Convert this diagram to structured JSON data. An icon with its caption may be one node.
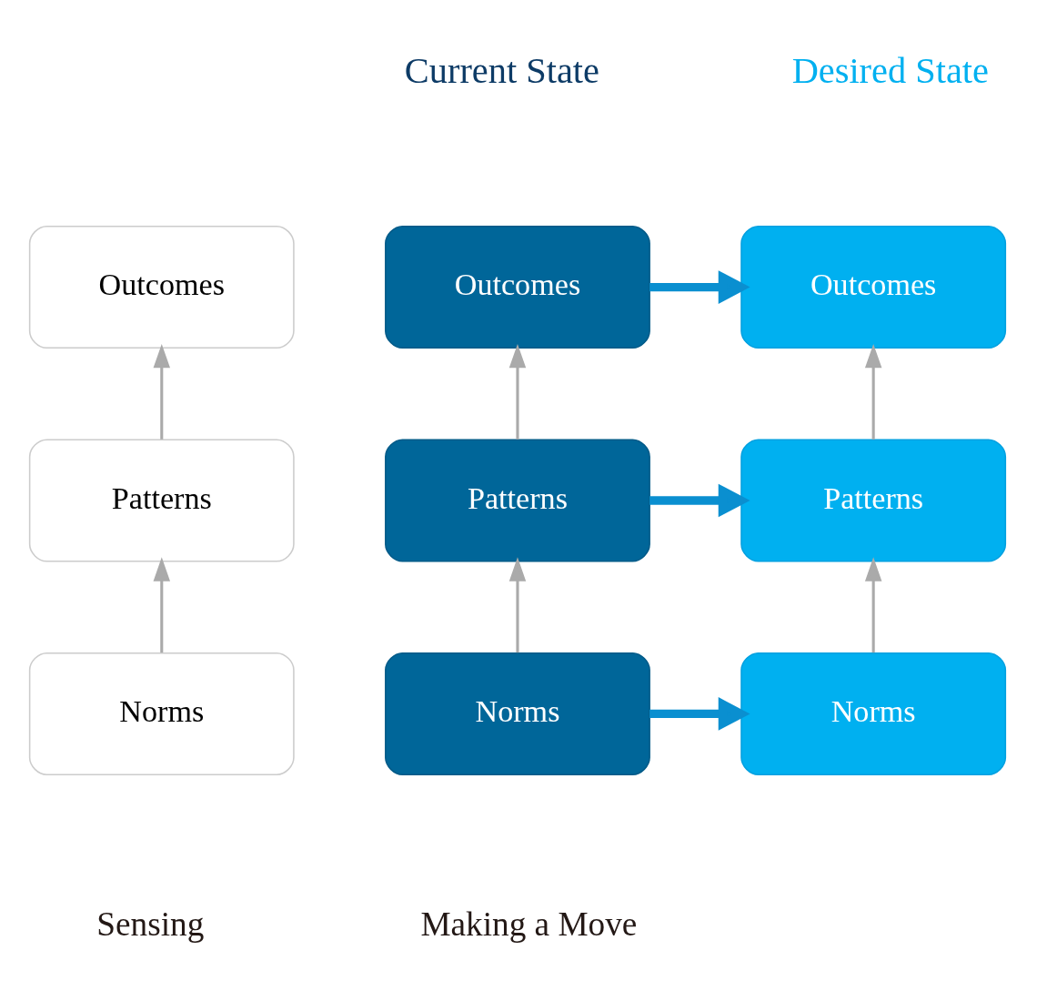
{
  "diagram": {
    "nodes": [
      {
        "text": [
          "Outcomes"
        ]
      },
      {
        "text": [
          "Patterns"
        ]
      },
      {
        "text": [
          "Norms"
        ]
      },
      {
        "text": [
          "Outcomes"
        ]
      },
      {
        "text": [
          "Patterns"
        ]
      },
      {
        "text": [
          "Norms"
        ]
      },
      {
        "text": [
          "Outcomes"
        ]
      },
      {
        "text": [
          "Patterns"
        ]
      },
      {
        "text": [
          "Norms"
        ]
      }
    ],
    "edges": [
      {
        "from": 1,
        "to": 0,
        "arrow": "to"
      },
      {
        "from": 2,
        "to": 1,
        "arrow": "to"
      },
      {
        "from": 4,
        "to": 3,
        "arrow": "to"
      },
      {
        "from": 5,
        "to": 4,
        "arrow": "to"
      },
      {
        "from": 7,
        "to": 6,
        "arrow": "to"
      },
      {
        "from": 8,
        "to": 7,
        "arrow": "to"
      },
      {
        "from": 3,
        "to": 6,
        "arrow": "to",
        "style": "thick",
        "color": "#0a8fd0"
      },
      {
        "from": 4,
        "to": 7,
        "arrow": "to",
        "style": "thick",
        "color": "#0a8fd0"
      },
      {
        "from": 5,
        "to": 8,
        "arrow": "to",
        "style": "thick",
        "color": "#0a8fd0"
      }
    ],
    "labels": [
      "Current State",
      "Desired State",
      "Sensing",
      "Making a Move"
    ]
  }
}
